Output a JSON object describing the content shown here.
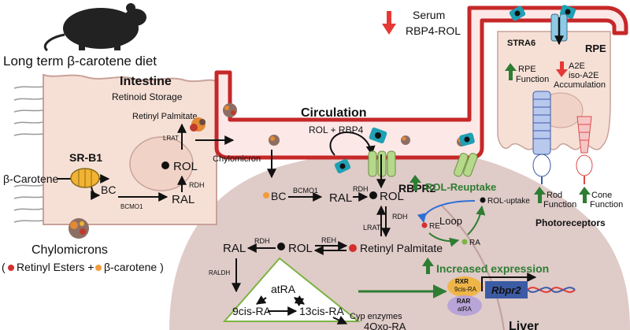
{
  "mouse": {
    "caption": "Long term β-carotene diet"
  },
  "serum": {
    "line1": "Serum",
    "line2": "RBP4-ROL"
  },
  "intestine": {
    "title": "Intestine",
    "storage": "Retinoid Storage",
    "retinyl_palmitate": "Retinyl Palmitate",
    "lrat": "LRAT",
    "rol": "ROL",
    "rdh": "RDH",
    "bc": "BC",
    "bcmo1": "BCMO1",
    "ral": "RAL",
    "sr_b1": "SR-B1",
    "beta_carotene": "β-Carotene"
  },
  "chylomicrons": {
    "title": "Chylomicrons",
    "legend_open": "(",
    "legend_re": "Retinyl Esters +",
    "legend_bc": "β-carotene )"
  },
  "circulation": {
    "title": "Circulation",
    "rol_rbp4": "ROL + RBP4",
    "chylomicron": "Chylomicron"
  },
  "rpe": {
    "stra6": "STRA6",
    "title": "RPE",
    "function_line1": "RPE",
    "function_line2": "Function",
    "a2e": "A2E",
    "iso_a2e": "iso-A2E",
    "accumulation": "Accumulation",
    "rod_line1": "Rod",
    "rod_line2": "Function",
    "cone_line1": "Cone",
    "cone_line2": "Function",
    "photoreceptors": "Photoreceptors"
  },
  "liver": {
    "title": "Liver",
    "bc": "BC",
    "bcmo1": "BCMO1",
    "ral": "RAL",
    "rdh_top": "RDH",
    "rol": "ROL",
    "rdh_side": "RDH",
    "lrat": "LRAT",
    "retinyl_palmitate": "Retinyl Palmitate",
    "ral2": "RAL",
    "rdh2": "RDH",
    "rol2": "ROL",
    "reh": "REH",
    "raldh": "RALDH",
    "atra": "atRA",
    "cis9": "9cis-RA",
    "cis13": "13cis-RA",
    "cyp": "Cyp enzymes",
    "oxo": "4Oxo-RA",
    "rbpr2": "RBPR2",
    "reuptake": "ROL-Reuptake",
    "rol_uptake": "ROL-uptake",
    "loop": "Loop",
    "re": "RE",
    "ra": "RA",
    "increased": "Increased expression",
    "rxr": "RXR",
    "rxr_sub": "9cis-RA",
    "rar": "RAR",
    "rar_sub": "atRA",
    "gene": "Rbpr2"
  },
  "colors": {
    "vessel": "#c62828",
    "vessel_fill": "#fde8e8",
    "cell": "#f6e0d6",
    "liver": "#c9a9a3",
    "green": "#2e7d32",
    "red_arrow": "#e53935",
    "receptor": "#b5d98a",
    "teal": "#1fa0b4"
  }
}
